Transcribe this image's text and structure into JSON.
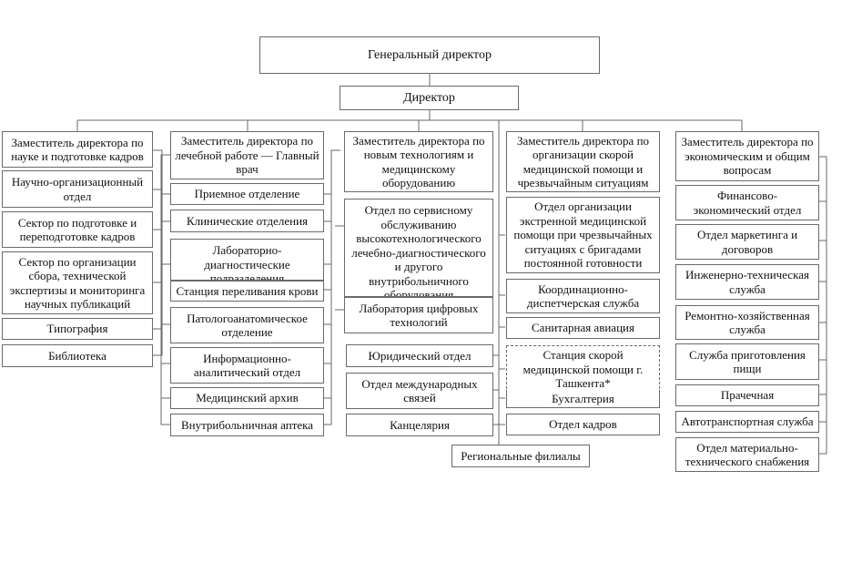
{
  "general_director": "Генеральный директор",
  "director": "Директор",
  "columns": [
    {
      "head": "Заместитель директора по науке и подготовке кадров",
      "units": [
        "Научно-организационный отдел",
        "Сектор по подготовке и переподготовке кадров",
        "Сектор по организации сбора, технической экспертизы и мониторинга научных публикаций",
        "Типография",
        "Библиотека"
      ]
    },
    {
      "head": "Заместитель директора по лечебной работе — Главный врач",
      "units": [
        "Приемное отделение",
        "Клинические отделения",
        "Лабораторно-диагностические подразделения",
        "Станция переливания крови",
        "Патологоанатомическое отделение",
        "Информационно-аналитический отдел",
        "Медицинский архив",
        "Внутрибольничная аптека"
      ]
    },
    {
      "head": "Заместитель директора по новым технологиям и медицинскому оборудованию",
      "units": [
        "Отдел по сервисному обслуживанию высокотехнологического лечебно-диагностического и другого внутрибольничного оборудования",
        "Лаборатория цифровых технологий",
        "Юридический отдел",
        "Отдел международных связей",
        "Канцелярия"
      ]
    },
    {
      "head": "Заместитель директора по организации скорой медицинской помощи и чрезвычайным ситуациям",
      "units": [
        "Отдел организации экстренной медицинской помощи при чрезвычайных ситуациях с бригадами постоянной готовности",
        "Координационно-диспетчерская служба",
        "Санитарная авиация",
        "Станция скорой медицинской помощи г. Ташкента*",
        "Бухгалтерия",
        "Отдел кадров"
      ]
    },
    {
      "head": "Заместитель директора по экономическим и общим вопросам",
      "units": [
        "Финансово-экономический отдел",
        "Отдел маркетинга и договоров",
        "Инженерно-техническая служба",
        "Ремонтно-хозяйственная служба",
        "Служба приготовления пищи",
        "Прачечная",
        "Автотранспортная служба",
        "Отдел материально-технического снабжения"
      ]
    }
  ],
  "regional": "Региональные филиалы"
}
